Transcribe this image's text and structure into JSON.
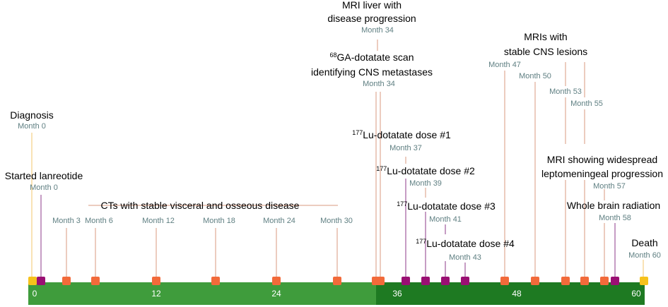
{
  "axis": {
    "start": 0,
    "end": 60,
    "ticks": [
      "0",
      "12",
      "24",
      "36",
      "48",
      "60"
    ],
    "colors": {
      "early": "#3f9c3c",
      "late": "#1e7a22"
    }
  },
  "events": [
    {
      "id": "diagnosis",
      "label": "Diagnosis",
      "month": "Month 0"
    },
    {
      "id": "lanreotide",
      "label": "Started lanreotide",
      "month": "Month 0"
    },
    {
      "id": "cts",
      "label": "CTs with stable visceral and osseous disease"
    },
    {
      "id": "ct-3",
      "month": "Month 3"
    },
    {
      "id": "ct-6",
      "month": "Month 6"
    },
    {
      "id": "ct-12",
      "month": "Month 12"
    },
    {
      "id": "ct-18",
      "month": "Month 18"
    },
    {
      "id": "ct-24",
      "month": "Month 24"
    },
    {
      "id": "ct-30",
      "month": "Month 30"
    },
    {
      "id": "mri-liver",
      "label_line1": "MRI liver with",
      "label_line2": "disease progression",
      "month": "Month 34"
    },
    {
      "id": "ga-scan",
      "sup": "68",
      "label_line1": "GA-dotatate scan",
      "label_line2": "identifying CNS metastases",
      "month": "Month 34"
    },
    {
      "id": "lu-1",
      "sup": "177",
      "label": "Lu-dotatate dose #1",
      "month": "Month 37"
    },
    {
      "id": "lu-2",
      "sup": "177",
      "label": "Lu-dotatate dose #2",
      "month": "Month 39"
    },
    {
      "id": "lu-3",
      "sup": "177",
      "label": "Lu-dotatate dose #3",
      "month": "Month 41"
    },
    {
      "id": "lu-4",
      "sup": "177",
      "label": "Lu-dotatate dose #4",
      "month": "Month 43"
    },
    {
      "id": "mris-stable",
      "label_line1": "MRIs with",
      "label_line2": "stable CNS lesions"
    },
    {
      "id": "mri-47",
      "month": "Month 47"
    },
    {
      "id": "mri-50",
      "month": "Month 50"
    },
    {
      "id": "mri-53",
      "month": "Month 53"
    },
    {
      "id": "mri-55",
      "month": "Month 55"
    },
    {
      "id": "mri-lepto",
      "label_line1": "MRI showing widespread",
      "label_line2": "leptomeningeal progression",
      "month": "Month 57"
    },
    {
      "id": "wbr",
      "label": "Whole brain radiation",
      "month": "Month 58"
    },
    {
      "id": "death",
      "label": "Death",
      "month": "Month 60"
    }
  ],
  "marker_colors": {
    "scan": "#f26a3a",
    "treatment": "#9a0f73",
    "endpoint": "#f6c21b"
  }
}
